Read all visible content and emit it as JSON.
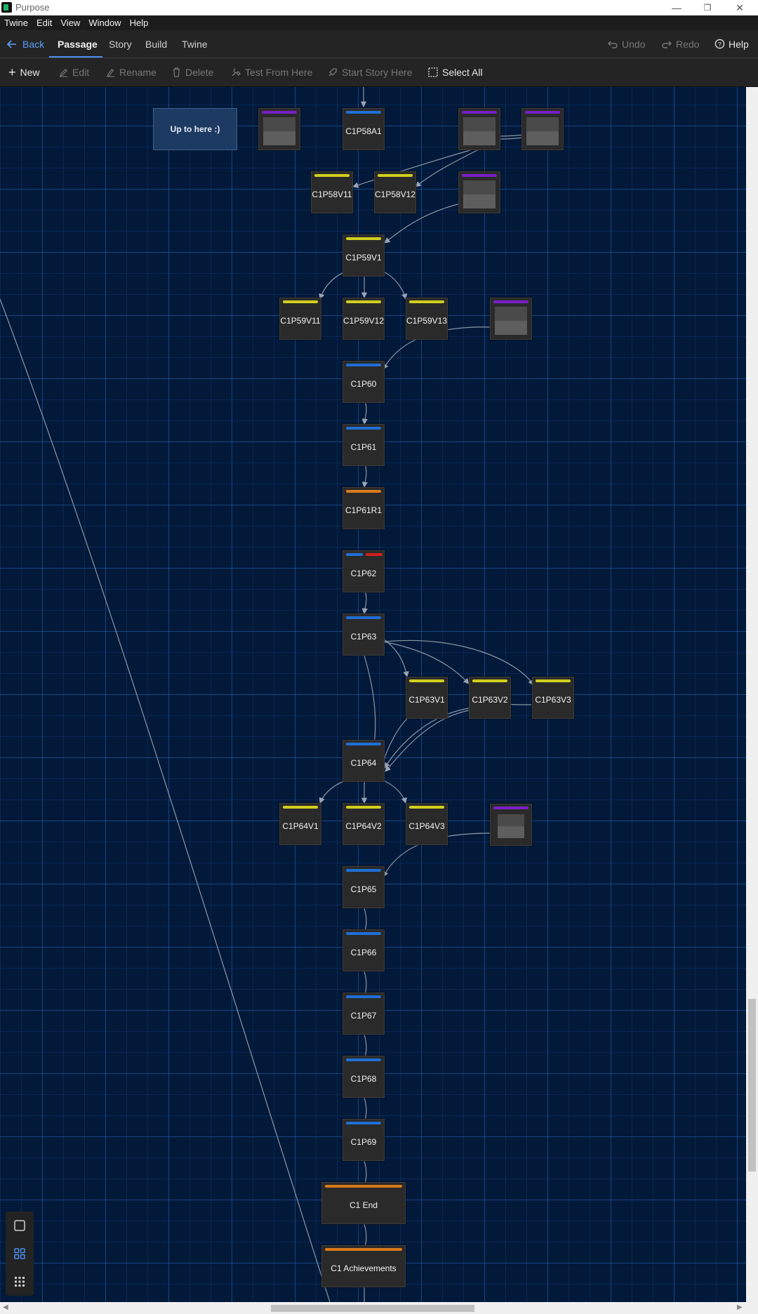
{
  "window": {
    "title": "Purpose",
    "minimize": "—",
    "restore": "❐",
    "close": "✕"
  },
  "menu": [
    "Twine",
    "Edit",
    "View",
    "Window",
    "Help"
  ],
  "topbar": {
    "back": "Back",
    "tabs": [
      "Passage",
      "Story",
      "Build",
      "Twine"
    ],
    "active_tab": "Passage",
    "undo": "Undo",
    "redo": "Redo",
    "help": "Help"
  },
  "toolbar": {
    "new": "New",
    "edit": "Edit",
    "rename": "Rename",
    "delete": "Delete",
    "test_from_here": "Test From Here",
    "start_story_here": "Start Story Here",
    "select_all": "Select All"
  },
  "colors": {
    "blue": "#1f6fd6",
    "yellow": "#d0cf1f",
    "purple": "#7a1fc8",
    "orange": "#d97a1a",
    "red": "#d11f1f"
  },
  "note": "Up to here :)",
  "passages": [
    "C1P58A1",
    "C1P58V11",
    "C1P58V12",
    "C1P59V1",
    "C1P59V11",
    "C1P59V12",
    "C1P59V13",
    "C1P60",
    "C1P61",
    "C1P61R1",
    "C1P62",
    "C1P63",
    "C1P63V1",
    "C1P63V2",
    "C1P63V3",
    "C1P64",
    "C1P64V1",
    "C1P64V2",
    "C1P64V3",
    "C1P65",
    "C1P66",
    "C1P67",
    "C1P68",
    "C1P69",
    "C1 End",
    "C1 Achievements"
  ]
}
